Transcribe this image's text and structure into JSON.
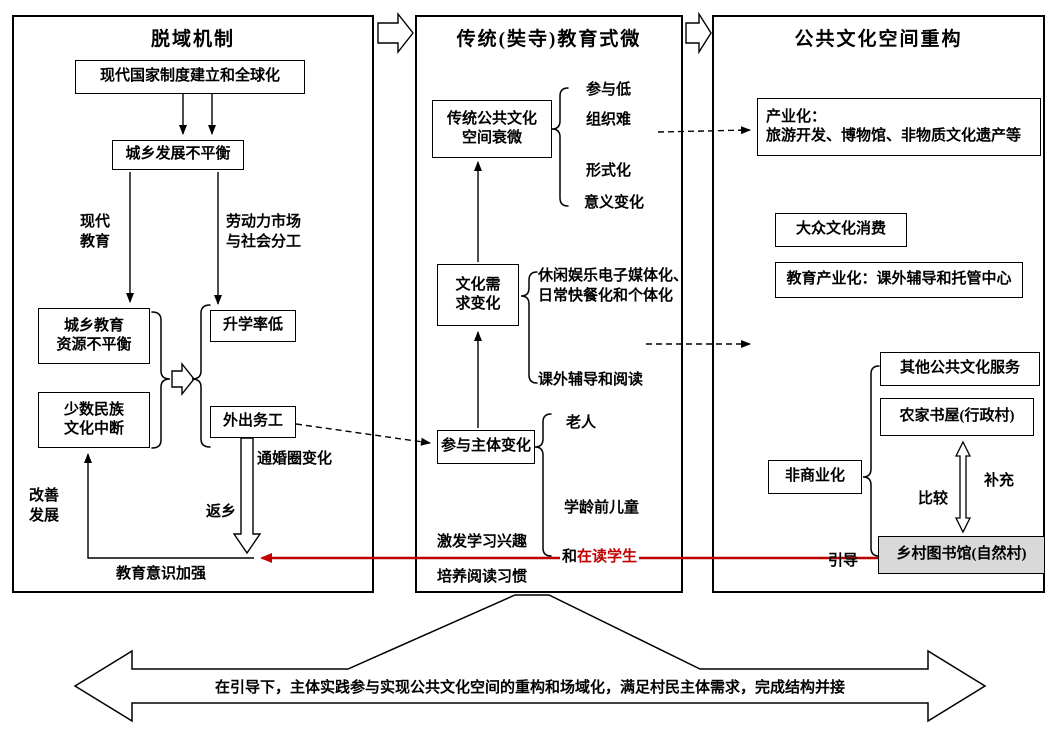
{
  "left_panel": {
    "title": "脱域机制",
    "modern_state": "现代国家制度建立和全球化",
    "urban_rural_imbalance": "城乡发展不平衡",
    "modern_education": "现代\n教育",
    "labor_market": "劳动力市场\n与社会分工",
    "edu_resource_imbalance": "城乡教育\n资源不平衡",
    "minority_culture_break": "少数民族\n文化中断",
    "low_advancement": "升学率低",
    "migrant_work": "外出务工",
    "marriage_circle_change": "通婚圈变化",
    "return_home": "返乡",
    "improve_develop": "改善\n发展",
    "edu_awareness": "教育意识加强"
  },
  "middle_panel": {
    "title": "传统(奘寺)教育式微",
    "traditional_space_decline": "传统公共文化\n空间衰微",
    "low_participation": "参与低",
    "hard_organization": "组织难",
    "formalization": "形式化",
    "meaning_change": "意义变化",
    "cultural_demand_change": "文化需\n求变化",
    "leisure_media": "休闲娱乐电子媒体化、\n日常快餐化和个体化",
    "tutoring_reading": "课外辅导和阅读",
    "participant_change": "参与主体变化",
    "elderly": "老人",
    "preschool_children": "学龄前儿童",
    "and_label": "和",
    "enrolled_students": "在读学生",
    "stimulate_interest": "激发学习兴趣",
    "cultivate_habit": "培养阅读习惯"
  },
  "right_panel": {
    "title": "公共文化空间重构",
    "industrialization": "产业化：\n旅游开发、博物馆、非物质文化遗产等",
    "mass_culture": "大众文化消费",
    "edu_industrialization": "教育产业化：课外辅导和托管中心",
    "other_services": "其他公共文化服务",
    "rural_bookhouse": "农家书屋(行政村)",
    "non_commercial": "非商业化",
    "supplement": "补充",
    "compare": "比较",
    "village_library": "乡村图书馆(自然村)",
    "guide": "引导"
  },
  "bottom": {
    "statement": "在引导下，主体实践参与实现公共文化空间的重构和场域化，满足村民主体需求，完成结构并接"
  },
  "colors": {
    "accent_red": "#c00000",
    "library_box_bg": "#d9d9d9"
  }
}
